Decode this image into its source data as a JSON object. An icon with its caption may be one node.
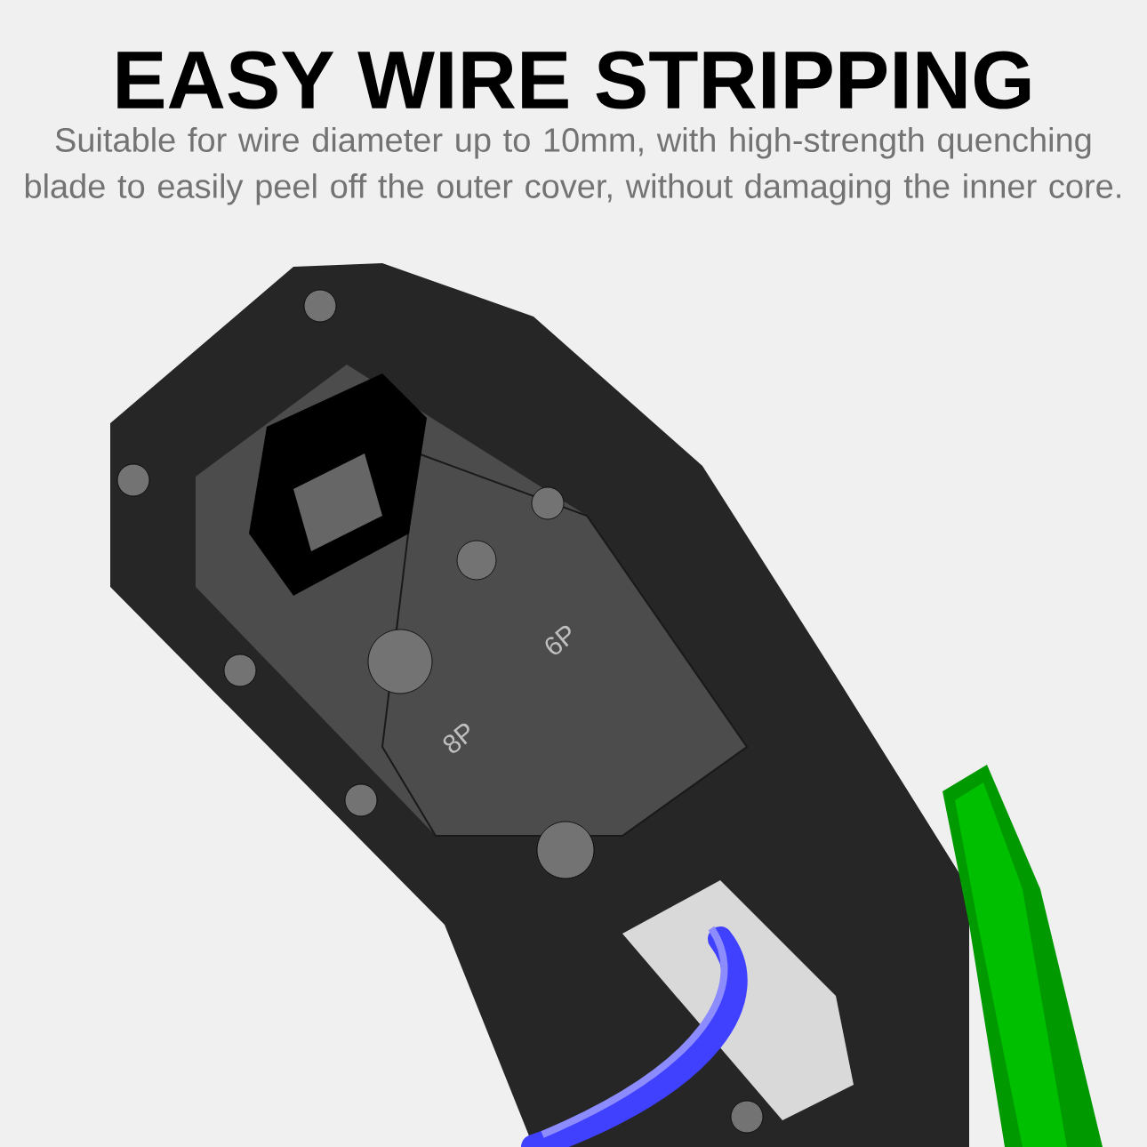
{
  "diagram": {
    "title": "EASY WIRE STRIPPING",
    "labels": [
      "Suitable for wire diameter up to 10mm, with high-strength quenching blade to easily peel off the outer cover, without damaging the inner core.",
      "8P",
      "6P"
    ]
  }
}
